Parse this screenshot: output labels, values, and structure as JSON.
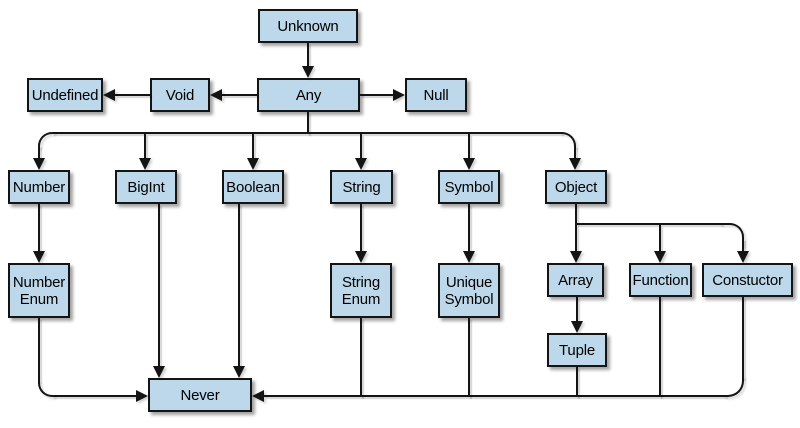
{
  "diagram": {
    "nodes": [
      {
        "id": "unknown",
        "label": "Unknown"
      },
      {
        "id": "undefined",
        "label": "Undefined"
      },
      {
        "id": "void",
        "label": "Void"
      },
      {
        "id": "any",
        "label": "Any"
      },
      {
        "id": "null",
        "label": "Null"
      },
      {
        "id": "number",
        "label": "Number"
      },
      {
        "id": "bigint",
        "label": "BigInt"
      },
      {
        "id": "boolean",
        "label": "Boolean"
      },
      {
        "id": "string",
        "label": "String"
      },
      {
        "id": "symbol",
        "label": "Symbol"
      },
      {
        "id": "object",
        "label": "Object"
      },
      {
        "id": "number_enum",
        "label": "Number\nEnum"
      },
      {
        "id": "string_enum",
        "label": "String\nEnum"
      },
      {
        "id": "unique_symbol",
        "label": "Unique\nSymbol"
      },
      {
        "id": "array",
        "label": "Array"
      },
      {
        "id": "function",
        "label": "Function"
      },
      {
        "id": "constuctor",
        "label": "Constuctor"
      },
      {
        "id": "tuple",
        "label": "Tuple"
      },
      {
        "id": "never",
        "label": "Never"
      }
    ],
    "edges": [
      {
        "from": "unknown",
        "to": "any"
      },
      {
        "from": "any",
        "to": "void"
      },
      {
        "from": "void",
        "to": "undefined"
      },
      {
        "from": "any",
        "to": "null"
      },
      {
        "from": "any",
        "to": "number"
      },
      {
        "from": "any",
        "to": "bigint"
      },
      {
        "from": "any",
        "to": "boolean"
      },
      {
        "from": "any",
        "to": "string"
      },
      {
        "from": "any",
        "to": "symbol"
      },
      {
        "from": "any",
        "to": "object"
      },
      {
        "from": "number",
        "to": "number_enum"
      },
      {
        "from": "string",
        "to": "string_enum"
      },
      {
        "from": "symbol",
        "to": "unique_symbol"
      },
      {
        "from": "object",
        "to": "array"
      },
      {
        "from": "object",
        "to": "function"
      },
      {
        "from": "object",
        "to": "constuctor"
      },
      {
        "from": "array",
        "to": "tuple"
      },
      {
        "from": "number_enum",
        "to": "never"
      },
      {
        "from": "bigint",
        "to": "never"
      },
      {
        "from": "boolean",
        "to": "never"
      },
      {
        "from": "string_enum",
        "to": "never"
      },
      {
        "from": "unique_symbol",
        "to": "never"
      },
      {
        "from": "tuple",
        "to": "never"
      },
      {
        "from": "function",
        "to": "never"
      },
      {
        "from": "constuctor",
        "to": "never"
      }
    ],
    "colors": {
      "node_fill": "#bcd8ea",
      "node_border": "#141414",
      "line": "#141414",
      "background": "#ffffff"
    }
  }
}
